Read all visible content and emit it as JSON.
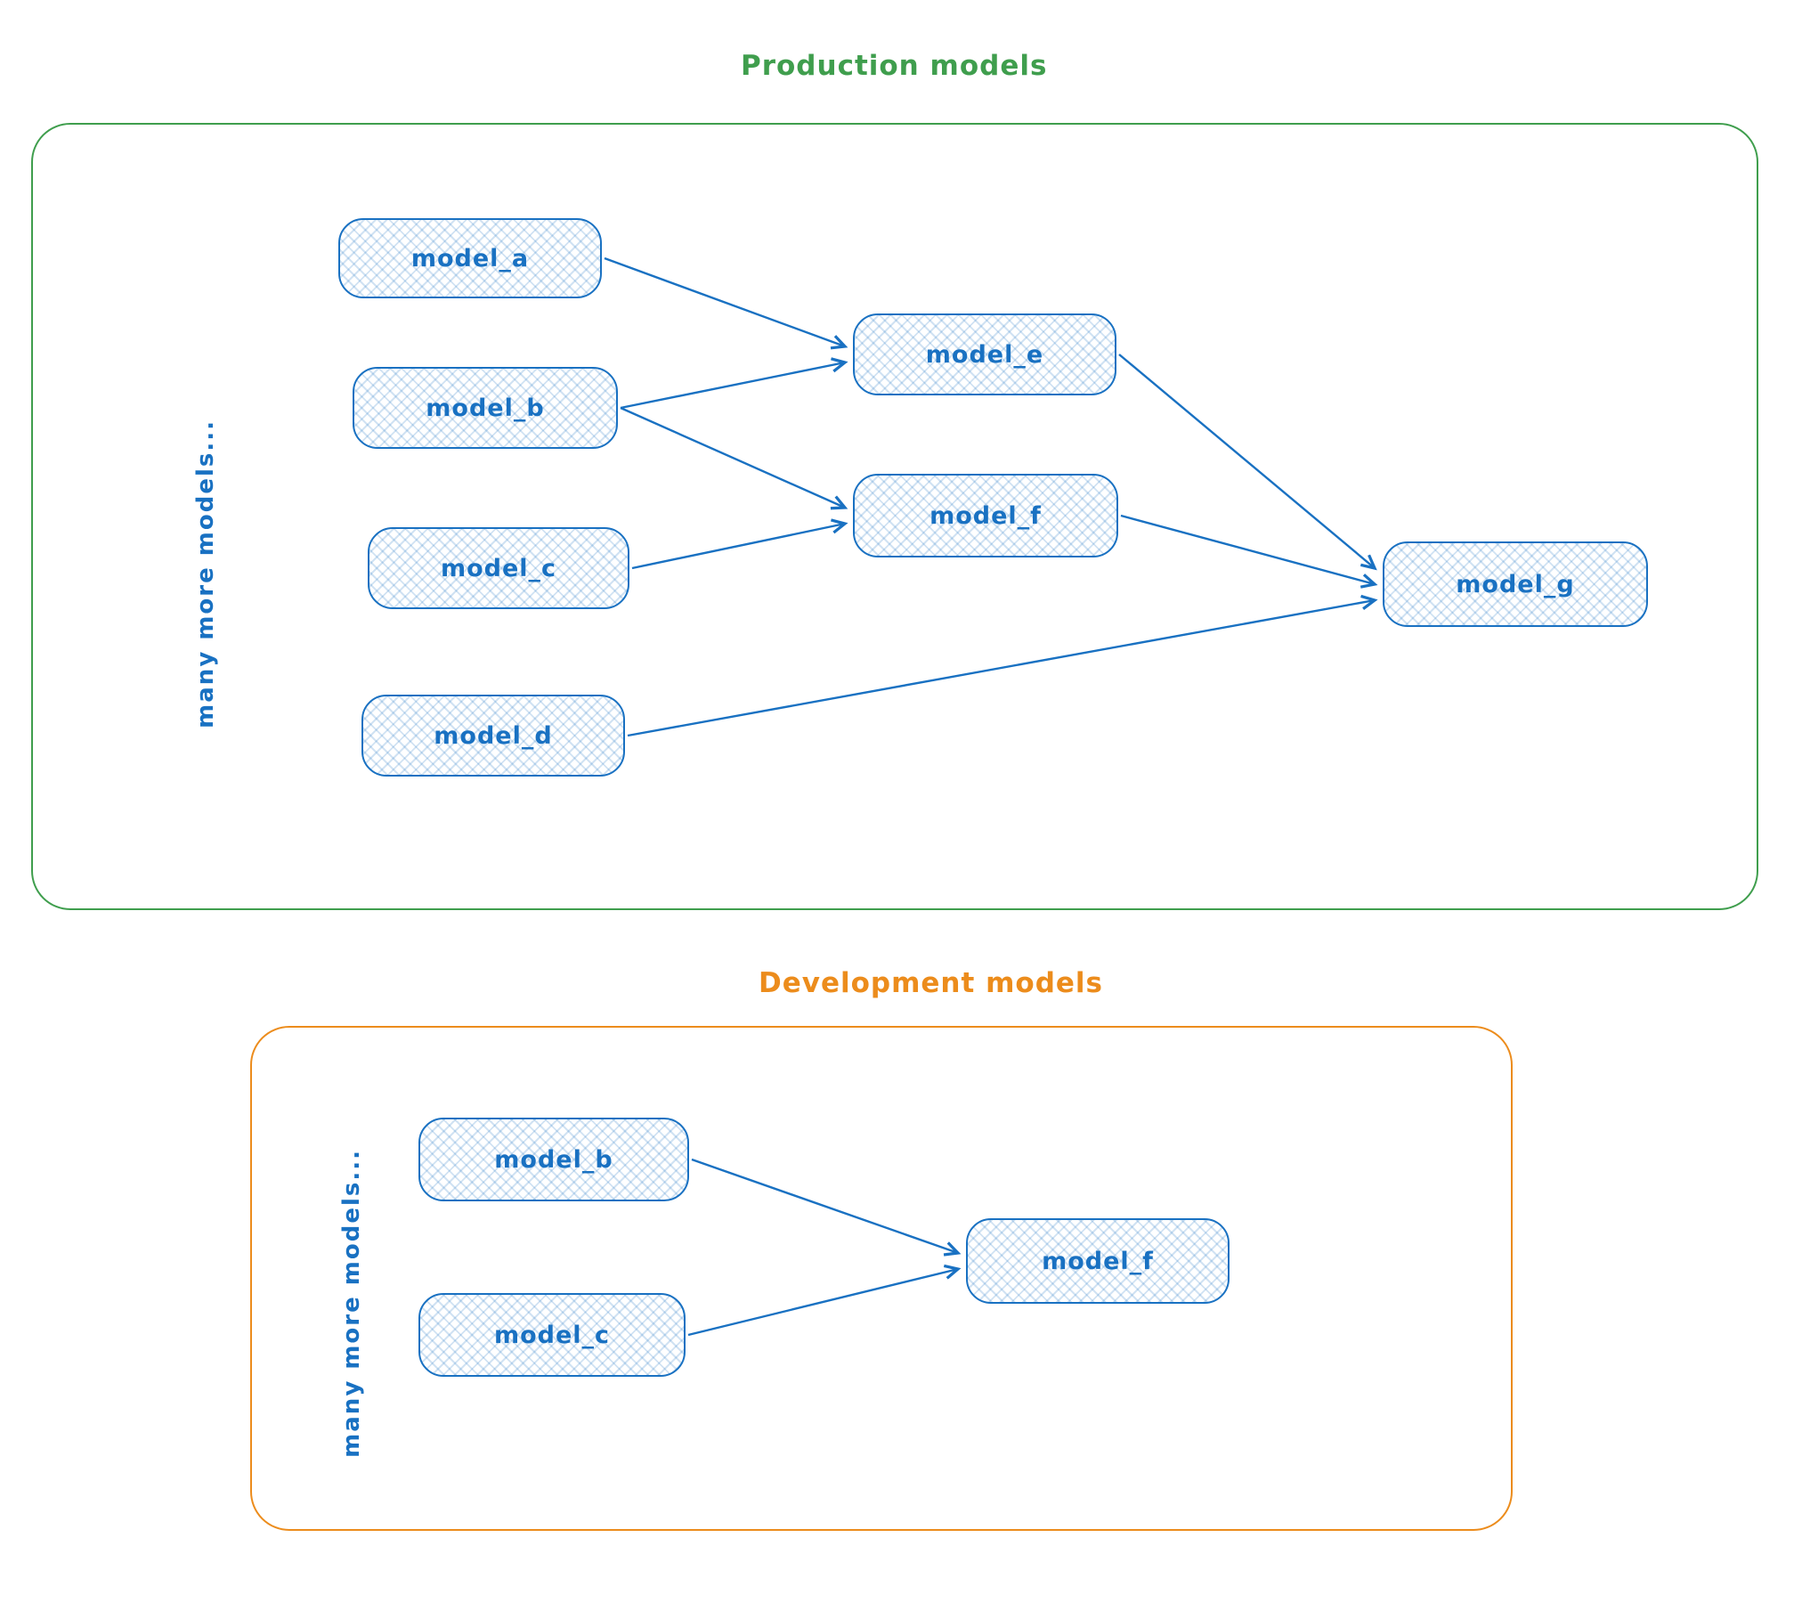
{
  "diagram": {
    "colors": {
      "node_stroke": "#1971c2",
      "node_text": "#1971c2",
      "arrow": "#1971c2",
      "production_frame": "#3f9e4d",
      "development_frame": "#ec8c1c"
    },
    "sections": [
      {
        "id": "production",
        "title": "Production models",
        "side_label": "many more models...",
        "nodes": [
          {
            "id": "prod_model_a",
            "label": "model_a"
          },
          {
            "id": "prod_model_b",
            "label": "model_b"
          },
          {
            "id": "prod_model_c",
            "label": "model_c"
          },
          {
            "id": "prod_model_d",
            "label": "model_d"
          },
          {
            "id": "prod_model_e",
            "label": "model_e"
          },
          {
            "id": "prod_model_f",
            "label": "model_f"
          },
          {
            "id": "prod_model_g",
            "label": "model_g"
          }
        ],
        "edges": [
          [
            "prod_model_a",
            "prod_model_e"
          ],
          [
            "prod_model_b",
            "prod_model_e"
          ],
          [
            "prod_model_b",
            "prod_model_f"
          ],
          [
            "prod_model_c",
            "prod_model_f"
          ],
          [
            "prod_model_e",
            "prod_model_g"
          ],
          [
            "prod_model_f",
            "prod_model_g"
          ],
          [
            "prod_model_d",
            "prod_model_g"
          ]
        ]
      },
      {
        "id": "development",
        "title": "Development models",
        "side_label": "many more models...",
        "nodes": [
          {
            "id": "dev_model_b",
            "label": "model_b"
          },
          {
            "id": "dev_model_c",
            "label": "model_c"
          },
          {
            "id": "dev_model_f",
            "label": "model_f"
          }
        ],
        "edges": [
          [
            "dev_model_b",
            "dev_model_f"
          ],
          [
            "dev_model_c",
            "dev_model_f"
          ]
        ]
      }
    ]
  }
}
